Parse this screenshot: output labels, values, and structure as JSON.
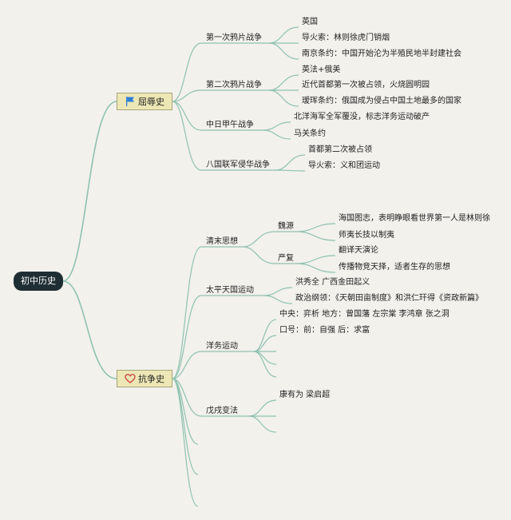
{
  "root": "初中历史",
  "branches": [
    {
      "label": "屈辱史",
      "icon": "flag-icon",
      "items": [
        {
          "label": "第一次鸦片战争",
          "children": [
            "英国",
            "导火索：林则徐虎门销烟",
            "南京条约：中国开始沦为半殖民地半封建社会"
          ]
        },
        {
          "label": "第二次鸦片战争",
          "children": [
            "英法+俄美",
            "近代首都第一次被占领，火烧圆明园",
            "瑷珲条约：俄国成为侵占中国土地最多的国家"
          ]
        },
        {
          "label": "中日甲午战争",
          "children": [
            "北洋海军全军覆没，标志洋务运动破产",
            "马关条约"
          ]
        },
        {
          "label": "八国联军侵华战争",
          "children": [
            "首都第二次被占领",
            "导火索：义和团运动"
          ]
        }
      ]
    },
    {
      "label": "抗争史",
      "icon": "heart-icon",
      "items": [
        {
          "label": "清末思想",
          "subgroups": [
            {
              "label": "魏源",
              "children": [
                "海国图志，表明睁眼看世界第一人是林则徐",
                "师夷长技以制夷"
              ]
            },
            {
              "label": "严复",
              "children": [
                "翻译天演论",
                "传播物竞天择，适者生存的思想"
              ]
            }
          ]
        },
        {
          "label": "太平天国运动",
          "children": [
            "洪秀全 广西金田起义",
            "政治纲领：《天朝田亩制度》和洪仁玕得《资政新篇》"
          ]
        },
        {
          "label": "洋务运动",
          "children": [
            "中央：弈析 地方：曾国藩 左宗棠 李鸿章 张之洞",
            "口号：前：自强 后：求富"
          ]
        },
        {
          "label": "戊戌变法",
          "children": [
            "康有为 梁启超"
          ]
        }
      ]
    }
  ],
  "colors": {
    "line": "#8fc2b1",
    "root_bg": "#1f2e33",
    "branch_bg": "#ece7b5",
    "flag": "#2f7fd6",
    "heart": "#d24a4a"
  }
}
